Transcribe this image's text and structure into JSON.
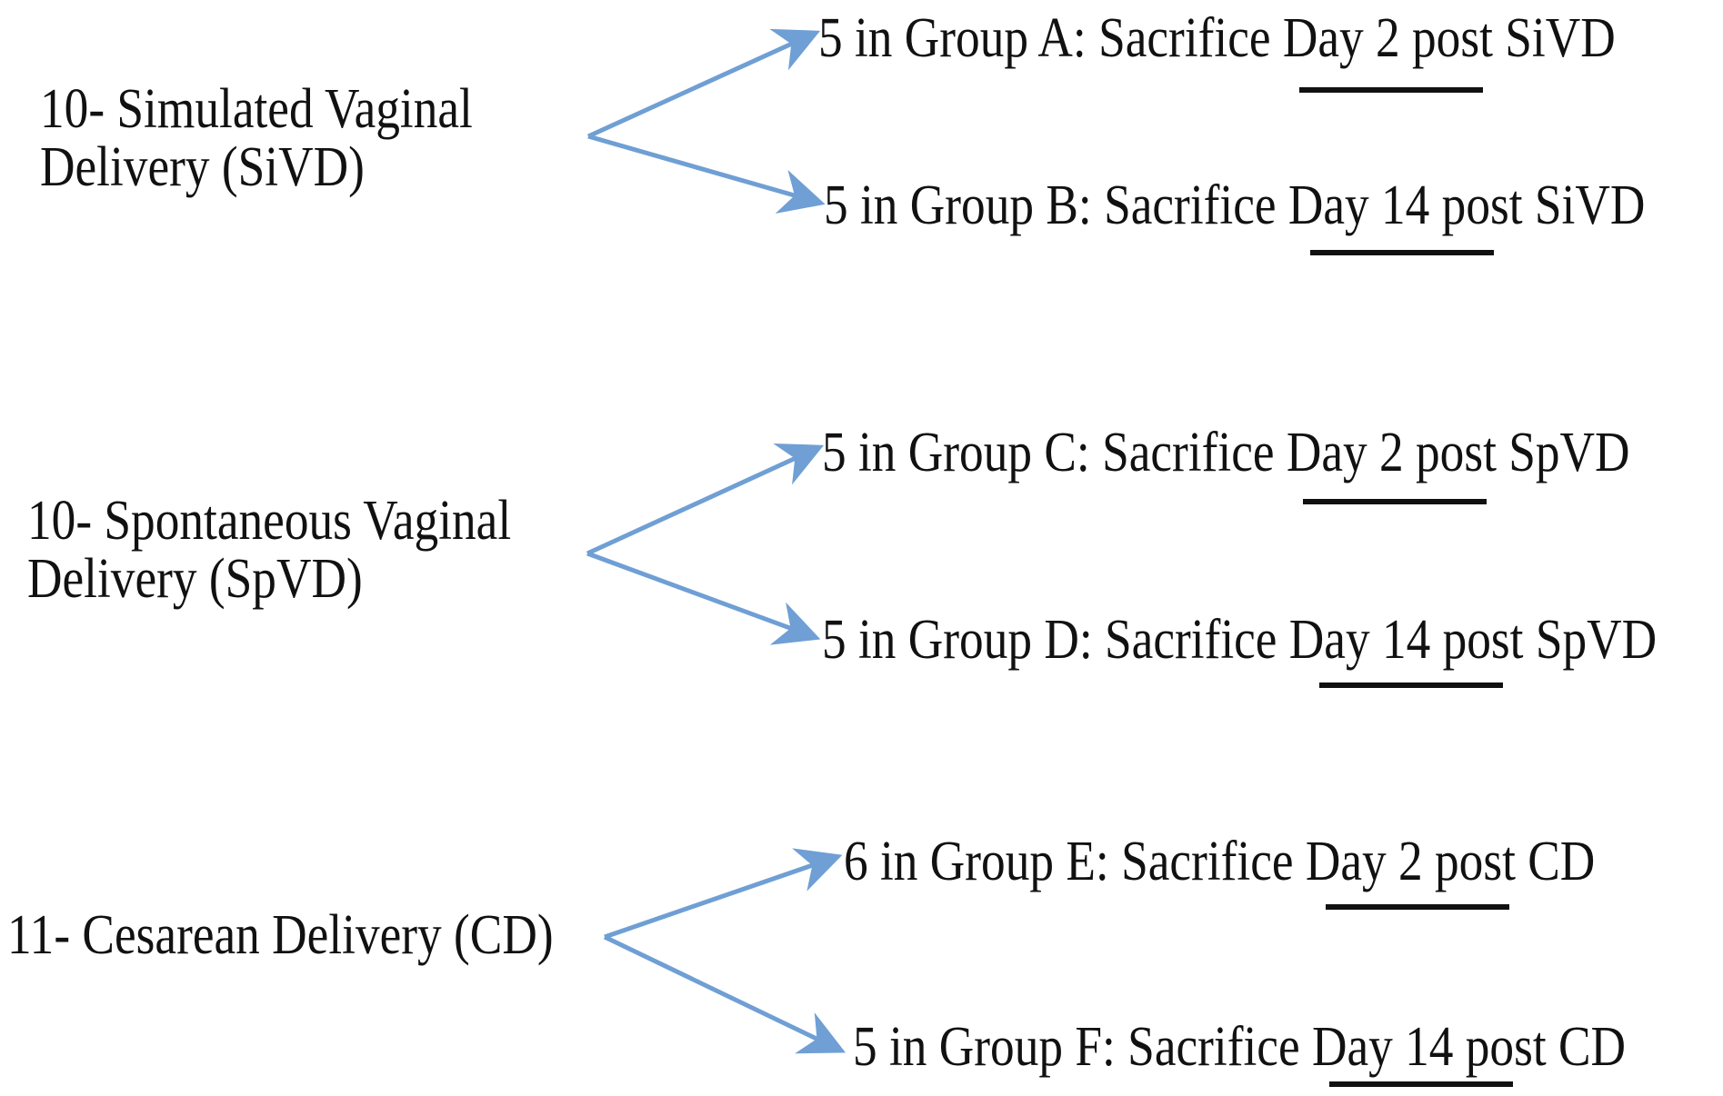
{
  "colors": {
    "arrow": "#6f9fd4",
    "text": "#111111",
    "underline": "#111111"
  },
  "branches": [
    {
      "source_lines": [
        "10- Simulated Vaginal",
        "Delivery (SiVD)"
      ],
      "groups": [
        "5 in Group A: Sacrifice Day 2 post SiVD",
        "5 in Group B: Sacrifice Day 14 post SiVD"
      ]
    },
    {
      "source_lines": [
        "10- Spontaneous Vaginal",
        "Delivery (SpVD)"
      ],
      "groups": [
        "5 in Group C: Sacrifice Day 2 post SpVD",
        "5 in Group D: Sacrifice Day 14 post SpVD"
      ]
    },
    {
      "source_lines": [
        "11- Cesarean Delivery (CD)"
      ],
      "groups": [
        "6 in Group E: Sacrifice Day 2 post CD",
        "5 in Group F: Sacrifice Day 14 post CD"
      ]
    }
  ]
}
